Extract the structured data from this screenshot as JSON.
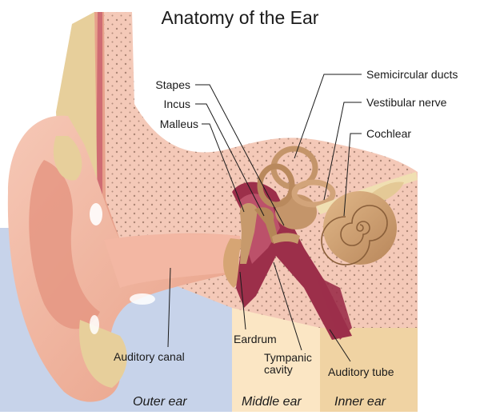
{
  "title": "Anatomy of the Ear",
  "labels": {
    "stapes": "Stapes",
    "incus": "Incus",
    "malleus": "Malleus",
    "semicircular_ducts": "Semicircular ducts",
    "vestibular_nerve": "Vestibular nerve",
    "cochlear": "Cochlear",
    "eardrum": "Eardrum",
    "tympanic_cavity_line1": "Tympanic",
    "tympanic_cavity_line2": "cavity",
    "auditory_canal": "Auditory canal",
    "auditory_tube": "Auditory tube"
  },
  "sections": {
    "outer": "Outer ear",
    "middle": "Middle ear",
    "inner": "Inner ear"
  },
  "colors": {
    "skin": "#f0b9a4",
    "skin_dark": "#d98f79",
    "bone": "#f4c9b8",
    "cartilage": "#e7cf9b",
    "outer_panel": "#c7d3ea",
    "middle_panel": "#fbe6c4",
    "inner_panel": "#f0d3a3",
    "cavity": "#9c2f4a",
    "ossicle": "#c79a6c"
  }
}
